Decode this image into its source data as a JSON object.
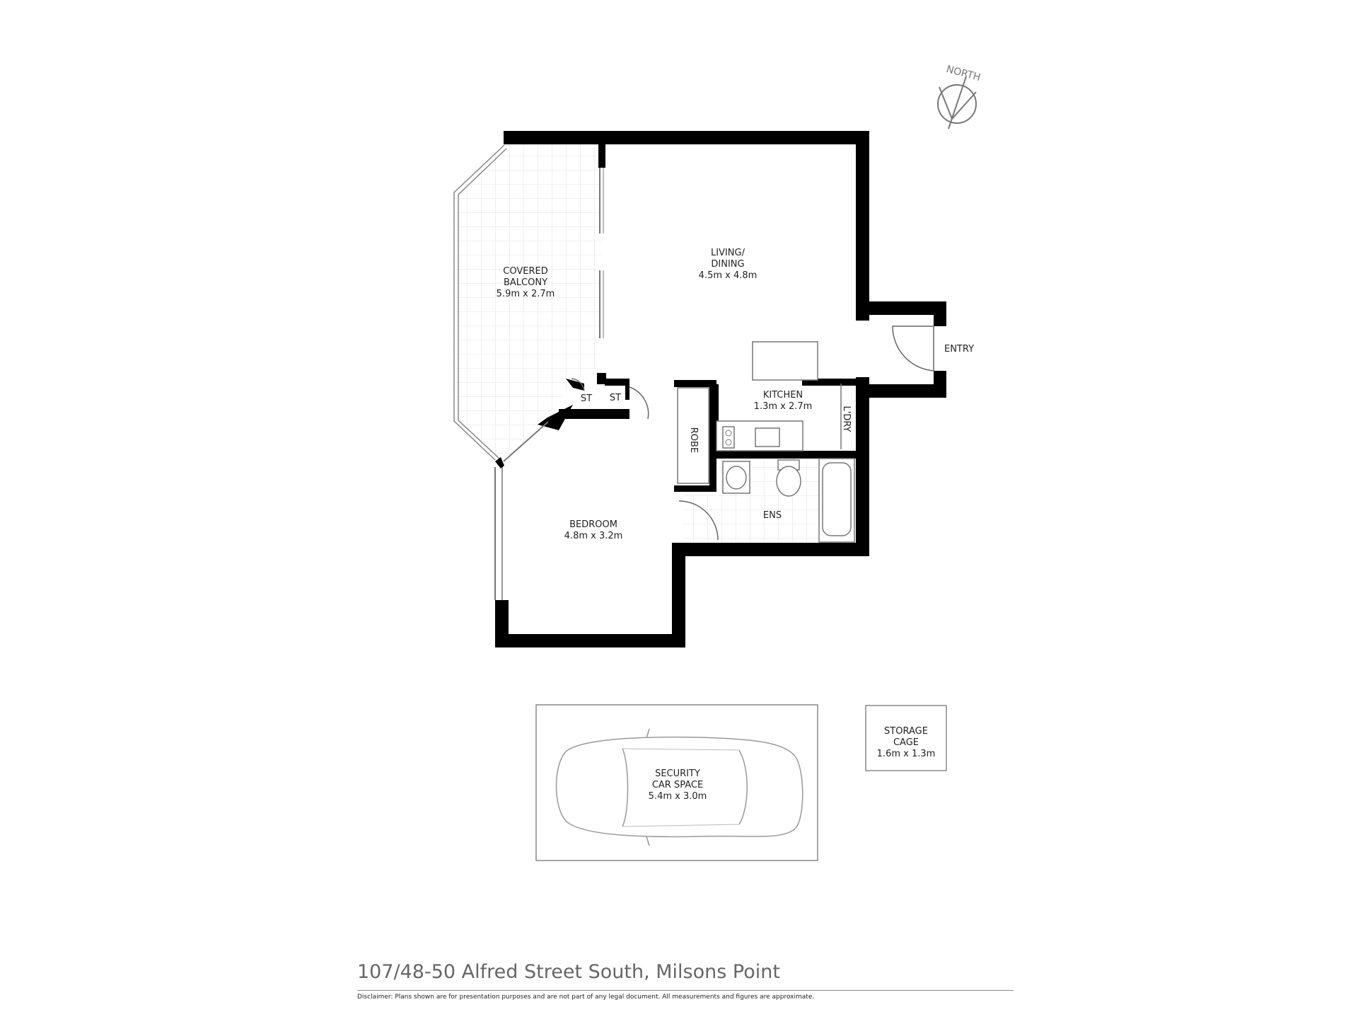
{
  "compass": {
    "label": "NORTH"
  },
  "rooms": {
    "balcony": {
      "line1": "COVERED",
      "line2": "BALCONY",
      "size": "5.9m x 2.7m"
    },
    "living": {
      "line1": "LIVING/",
      "line2": "DINING",
      "size": "4.5m x 4.8m"
    },
    "entry": {
      "label": "ENTRY"
    },
    "kitchen": {
      "name": "KITCHEN",
      "size": "1.3m x 2.7m"
    },
    "laundry": {
      "label": "L'DRY"
    },
    "storage1": {
      "label": "ST"
    },
    "storage2": {
      "label": "ST"
    },
    "robe": {
      "label": "ROBE"
    },
    "ensuite": {
      "label": "ENS"
    },
    "bedroom": {
      "name": "BEDROOM",
      "size": "4.8m x 3.2m"
    },
    "car_space": {
      "line1": "SECURITY",
      "line2": "CAR SPACE",
      "size": "5.4m x 3.0m"
    },
    "storage_cage": {
      "line1": "STORAGE",
      "line2": "CAGE",
      "size": "1.6m x 1.3m"
    }
  },
  "footer": {
    "address": "107/48-50 Alfred Street South, Milsons Point",
    "disclaimer": "Disclaimer: Plans shown are for presentation purposes and are not part of any legal document. All measurements and figures are approximate."
  }
}
